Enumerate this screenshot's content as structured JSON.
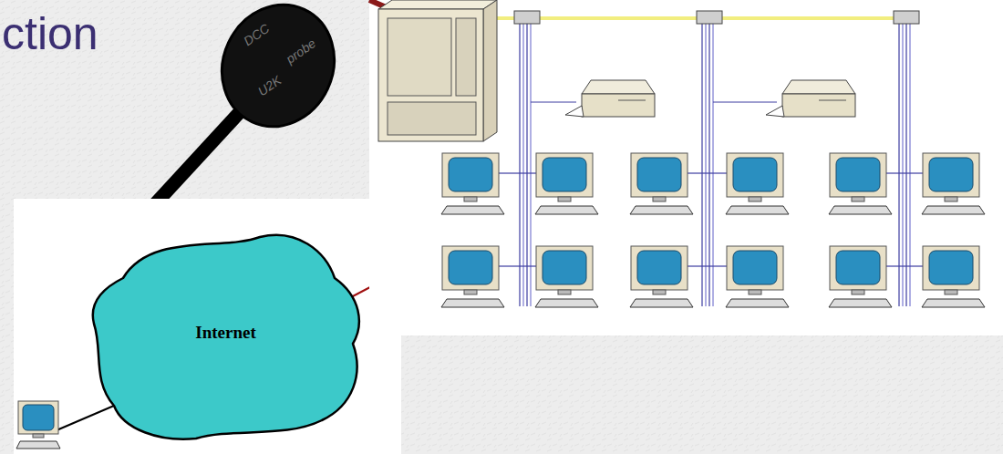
{
  "diagram": {
    "title": "ction",
    "nodes": [
      {
        "text": [
          "Internet"
        ]
      }
    ],
    "labels": [
      "DCC",
      "probe",
      "U2K"
    ]
  }
}
